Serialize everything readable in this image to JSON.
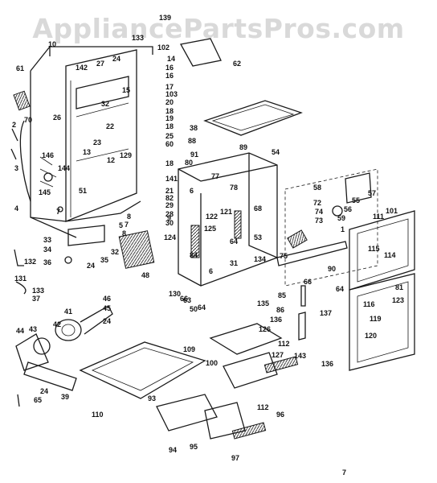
{
  "watermark": "AppliancePartsPros.com",
  "colors": {
    "line": "#1a1a1a",
    "watermark": "#b9b9b9",
    "background": "#ffffff"
  },
  "labels": [
    "139",
    "133",
    "102",
    "10",
    "14",
    "61",
    "142",
    "27",
    "24",
    "16",
    "62",
    "15",
    "16",
    "17",
    "103",
    "32",
    "20",
    "26",
    "18",
    "19",
    "2",
    "70",
    "22",
    "18",
    "25",
    "23",
    "38",
    "60",
    "88",
    "89",
    "91",
    "146",
    "13",
    "129",
    "54",
    "4",
    "3",
    "12",
    "18",
    "80",
    "141",
    "144",
    "77",
    "78",
    "145",
    "51",
    "21",
    "58",
    "57",
    "82",
    "59",
    "6",
    "7",
    "28",
    "55",
    "56",
    "101",
    "29",
    "72",
    "111",
    "68",
    "30",
    "74",
    "53",
    "73",
    "122",
    "121",
    "125",
    "5",
    "8",
    "84",
    "124",
    "33",
    "34",
    "35",
    "132",
    "32",
    "75",
    "36",
    "24",
    "48",
    "64",
    "134",
    "90",
    "115",
    "114",
    "130",
    "66",
    "63",
    "50",
    "64",
    "131",
    "133",
    "37",
    "46",
    "45",
    "85",
    "86",
    "136",
    "135",
    "137",
    "126",
    "41",
    "24",
    "42",
    "44",
    "43",
    "109",
    "81",
    "116",
    "123",
    "119",
    "120",
    "100",
    "127",
    "112",
    "143",
    "136",
    "24",
    "39",
    "65",
    "110",
    "93",
    "112",
    "96",
    "94",
    "95",
    "97",
    "1",
    "66",
    "64",
    "9",
    "7",
    "8",
    "31",
    "6",
    "7"
  ]
}
